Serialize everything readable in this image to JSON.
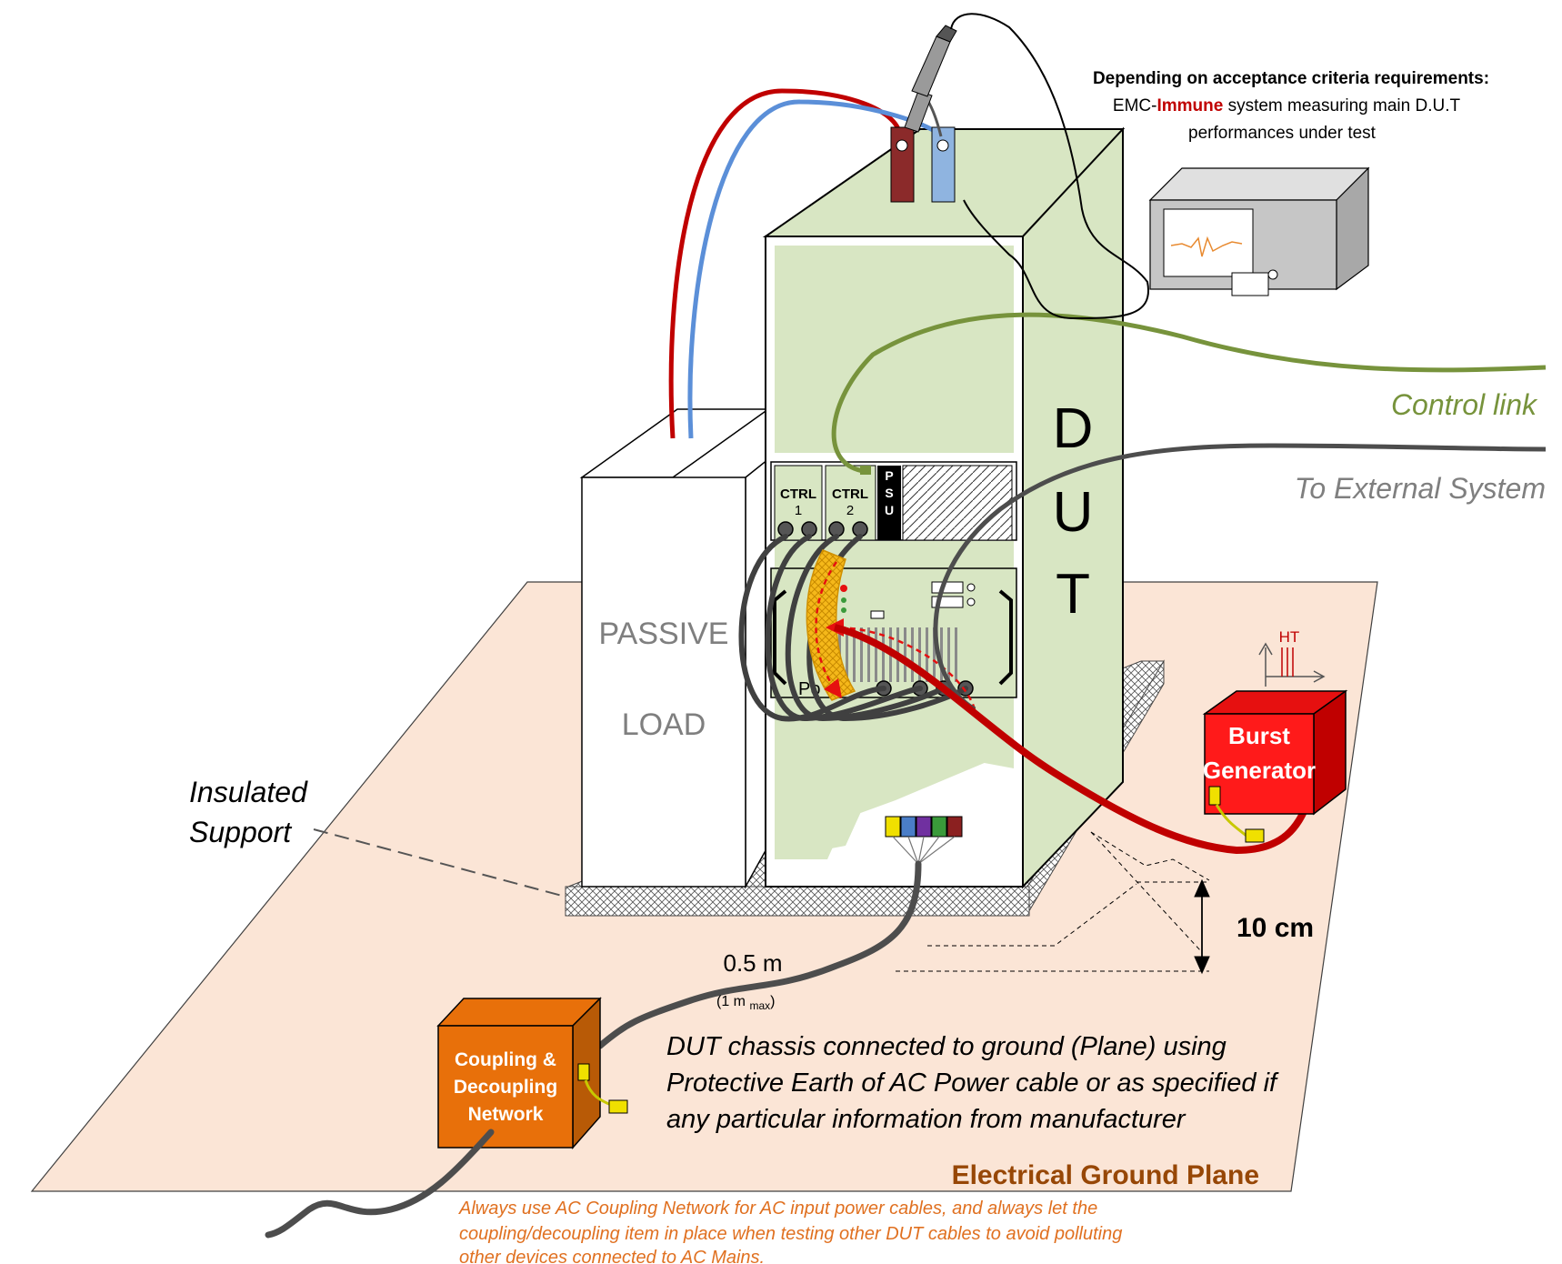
{
  "header_note": {
    "line1": "Depending on acceptance criteria requirements:",
    "line2_prefix": "EMC-",
    "line2_highlight": "Immune",
    "line2_suffix": " system measuring main D.U.T",
    "line3": "performances under test"
  },
  "dut": {
    "letter1": "D",
    "letter2": "U",
    "letter3": "T",
    "ctrl1_line1": "CTRL",
    "ctrl1_line2": "1",
    "ctrl2_line1": "CTRL",
    "ctrl2_line2": "2",
    "psu_p": "P",
    "psu_s": "S",
    "psu_u": "U",
    "power_label": "Po    er"
  },
  "passive_load": {
    "line1": "PASSIVE",
    "line2": "LOAD"
  },
  "links": {
    "control": "Control link",
    "external": "To External   System"
  },
  "burst_generator": {
    "line1": "Burst",
    "line2": "Generator",
    "ht": "HT"
  },
  "insulated_support": {
    "line1": "Insulated",
    "line2": "Support"
  },
  "height": {
    "label": "10 cm"
  },
  "cable_length": {
    "value": "0.5 m",
    "max_prefix": "(1 m ",
    "max_sub": "max",
    "max_suffix": ")"
  },
  "cdn": {
    "line1": "Coupling &",
    "line2": "Decoupling",
    "line3": "Network"
  },
  "chassis_note": {
    "line1": "DUT chassis connected to ground (Plane) using",
    "line2": "Protective Earth of AC Power cable or as specified if",
    "line3": "any particular information from manufacturer"
  },
  "ground_plane": {
    "label": "Electrical Ground Plane"
  },
  "footer_note": {
    "line1": "Always use AC Coupling Network for AC input power cables, and always let the",
    "line2": "coupling/decoupling item in place when testing other DUT cables to avoid polluting",
    "line3": "other devices connected to AC Mains."
  },
  "colors": {
    "ground_plane": "#fbe5d6",
    "dut_green": "#d8e6c3",
    "control_link": "#77933c",
    "external": "#4d4d4d",
    "burst_red": "#e61010",
    "cdn_orange": "#e8700a",
    "note_orange": "#e07020",
    "ground_label": "#974706",
    "immune_red": "#c00000"
  }
}
